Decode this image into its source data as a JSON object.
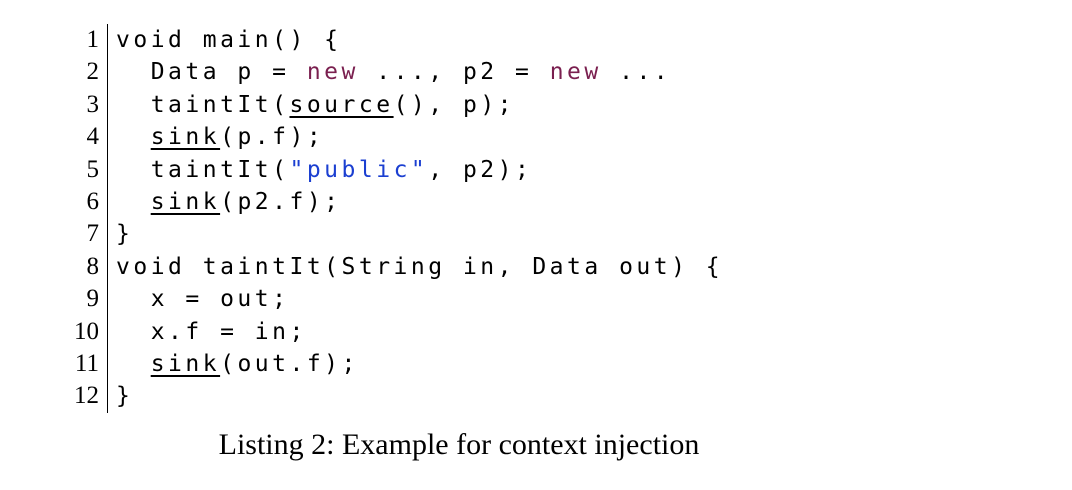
{
  "listing": {
    "lines": [
      {
        "num": "1",
        "tokens": [
          {
            "t": "void",
            "c": "plain"
          },
          {
            "t": " main() {",
            "c": "plain"
          }
        ]
      },
      {
        "num": "2",
        "tokens": [
          {
            "t": "  Data p = ",
            "c": "plain"
          },
          {
            "t": "new",
            "c": "kw"
          },
          {
            "t": " ..., p2 = ",
            "c": "plain"
          },
          {
            "t": "new",
            "c": "kw"
          },
          {
            "t": " ...",
            "c": "plain"
          }
        ]
      },
      {
        "num": "3",
        "tokens": [
          {
            "t": "  taintIt(",
            "c": "plain"
          },
          {
            "t": "source",
            "c": "ul"
          },
          {
            "t": "(), p);",
            "c": "plain"
          }
        ]
      },
      {
        "num": "4",
        "tokens": [
          {
            "t": "  ",
            "c": "plain"
          },
          {
            "t": "sink",
            "c": "ul"
          },
          {
            "t": "(p.f);",
            "c": "plain"
          }
        ]
      },
      {
        "num": "5",
        "tokens": [
          {
            "t": "  taintIt(",
            "c": "plain"
          },
          {
            "t": "\"public\"",
            "c": "str"
          },
          {
            "t": ", p2);",
            "c": "plain"
          }
        ]
      },
      {
        "num": "6",
        "tokens": [
          {
            "t": "  ",
            "c": "plain"
          },
          {
            "t": "sink",
            "c": "ul"
          },
          {
            "t": "(p2.f);",
            "c": "plain"
          }
        ]
      },
      {
        "num": "7",
        "tokens": [
          {
            "t": "}",
            "c": "plain"
          }
        ]
      },
      {
        "num": "8",
        "tokens": [
          {
            "t": "void",
            "c": "plain"
          },
          {
            "t": " taintIt(String in, Data out) {",
            "c": "plain"
          }
        ]
      },
      {
        "num": "9",
        "tokens": [
          {
            "t": "  x = out;",
            "c": "plain"
          }
        ]
      },
      {
        "num": "10",
        "tokens": [
          {
            "t": "  x.f = in;",
            "c": "plain"
          }
        ]
      },
      {
        "num": "11",
        "tokens": [
          {
            "t": "  ",
            "c": "plain"
          },
          {
            "t": "sink",
            "c": "ul"
          },
          {
            "t": "(out.f);",
            "c": "plain"
          }
        ]
      },
      {
        "num": "12",
        "tokens": [
          {
            "t": "}",
            "c": "plain"
          }
        ]
      }
    ]
  },
  "caption": "Listing 2: Example for context injection",
  "colors": {
    "keyword": "#7a1f4f",
    "string": "#1b3fd1",
    "text": "#000000"
  }
}
